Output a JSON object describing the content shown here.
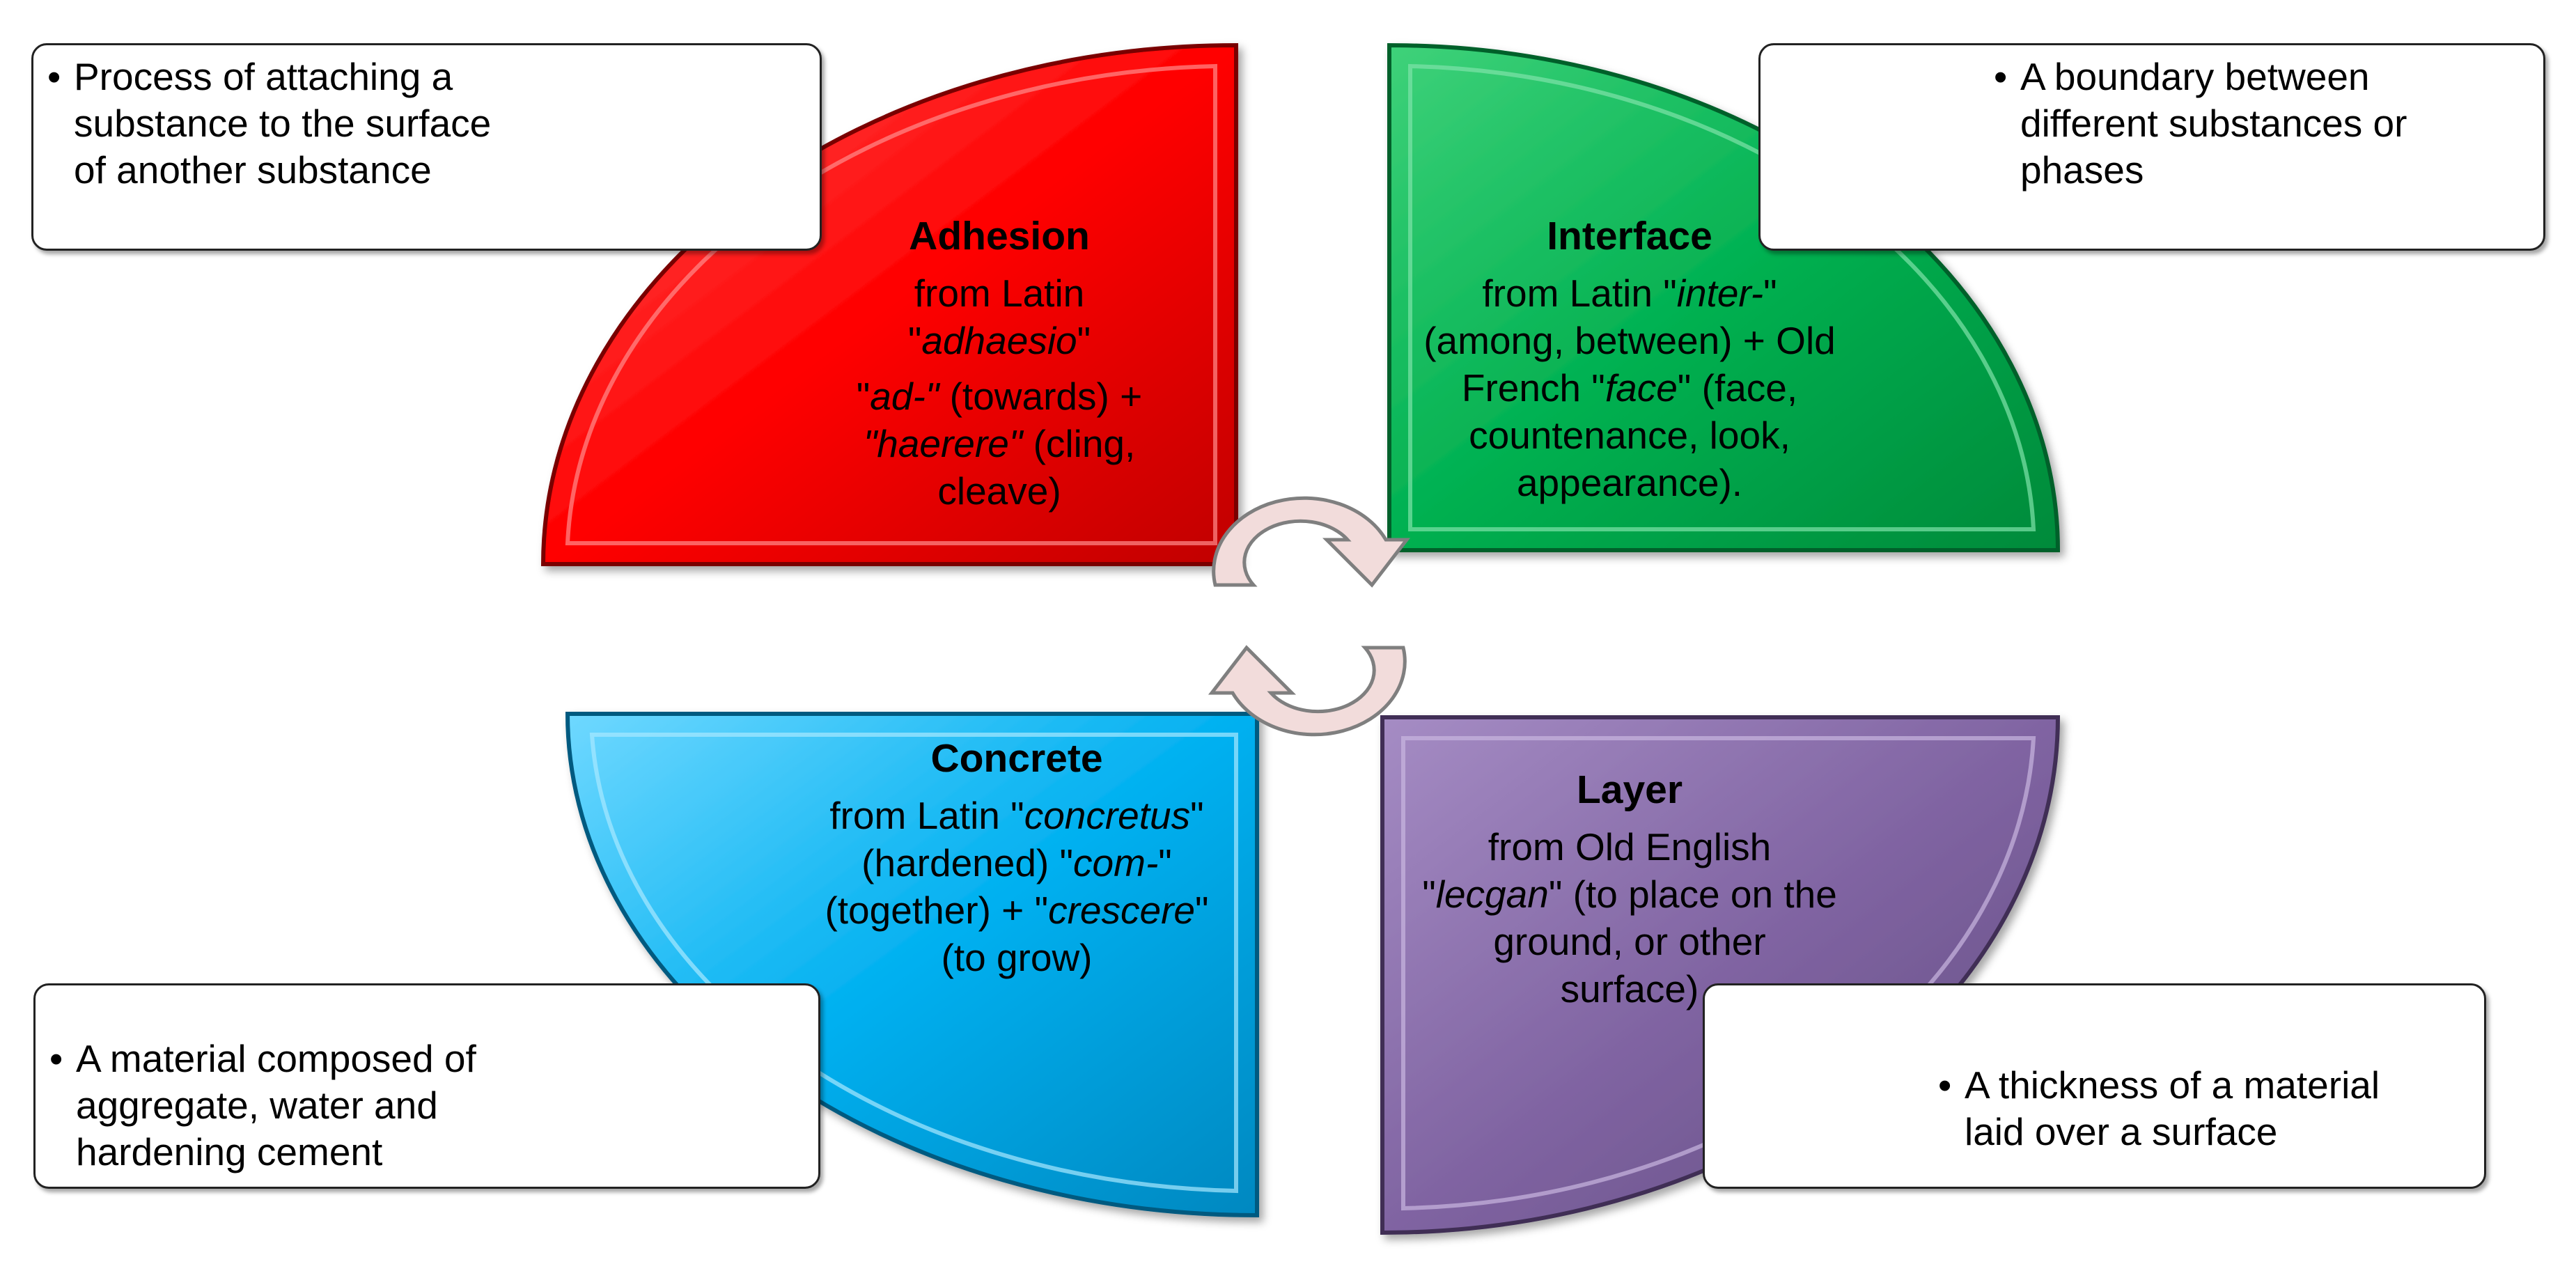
{
  "quadrants": {
    "adhesion": {
      "term": "Adhesion",
      "origin": [
        [
          {
            "t": "from Latin "
          },
          {
            "t": "\""
          },
          {
            "t": "adhaesio",
            "i": true
          },
          {
            "t": "\""
          }
        ],
        [
          {
            "t": "\""
          },
          {
            "t": "ad-\"",
            "i": true
          },
          {
            "t": " (towards) + "
          },
          {
            "t": "\"haerere\"",
            "i": true
          },
          {
            "t": " (cling, cleave)"
          }
        ]
      ],
      "definition": "Process of attaching a\nsubstance to the surface\nof another substance",
      "color": "#ff0000"
    },
    "interface": {
      "term": "Interface",
      "origin": [
        [
          {
            "t": "from Latin \""
          },
          {
            "t": "inter-",
            "i": true
          },
          {
            "t": "\" (among, between) + Old French \""
          },
          {
            "t": "face",
            "i": true
          },
          {
            "t": "\" (face, countenance, look, appearance)."
          }
        ]
      ],
      "definition": "A boundary between\ndifferent substances or\nphases",
      "color": "#00b050"
    },
    "concrete": {
      "term": "Concrete",
      "origin": [
        [
          {
            "t": "from Latin \""
          },
          {
            "t": "concretus",
            "i": true
          },
          {
            "t": "\" (hardened) \""
          },
          {
            "t": "com-",
            "i": true
          },
          {
            "t": "\" (together) + \""
          },
          {
            "t": "crescere",
            "i": true
          },
          {
            "t": "\" (to grow)"
          }
        ]
      ],
      "definition": "A material composed of\naggregate, water and\nhardening cement",
      "color": "#00b0f0"
    },
    "layer": {
      "term": "Layer",
      "origin": [
        [
          {
            "t": "from Old English \""
          },
          {
            "t": "lecgan",
            "i": true
          },
          {
            "t": "\" (to place on the ground, or other surface)"
          }
        ]
      ],
      "definition": "A thickness of a material\nlaid over a surface",
      "color": "#8064a2"
    }
  },
  "arrow_color": "#f2dcdb",
  "arrow_stroke": "#7f7f7f"
}
